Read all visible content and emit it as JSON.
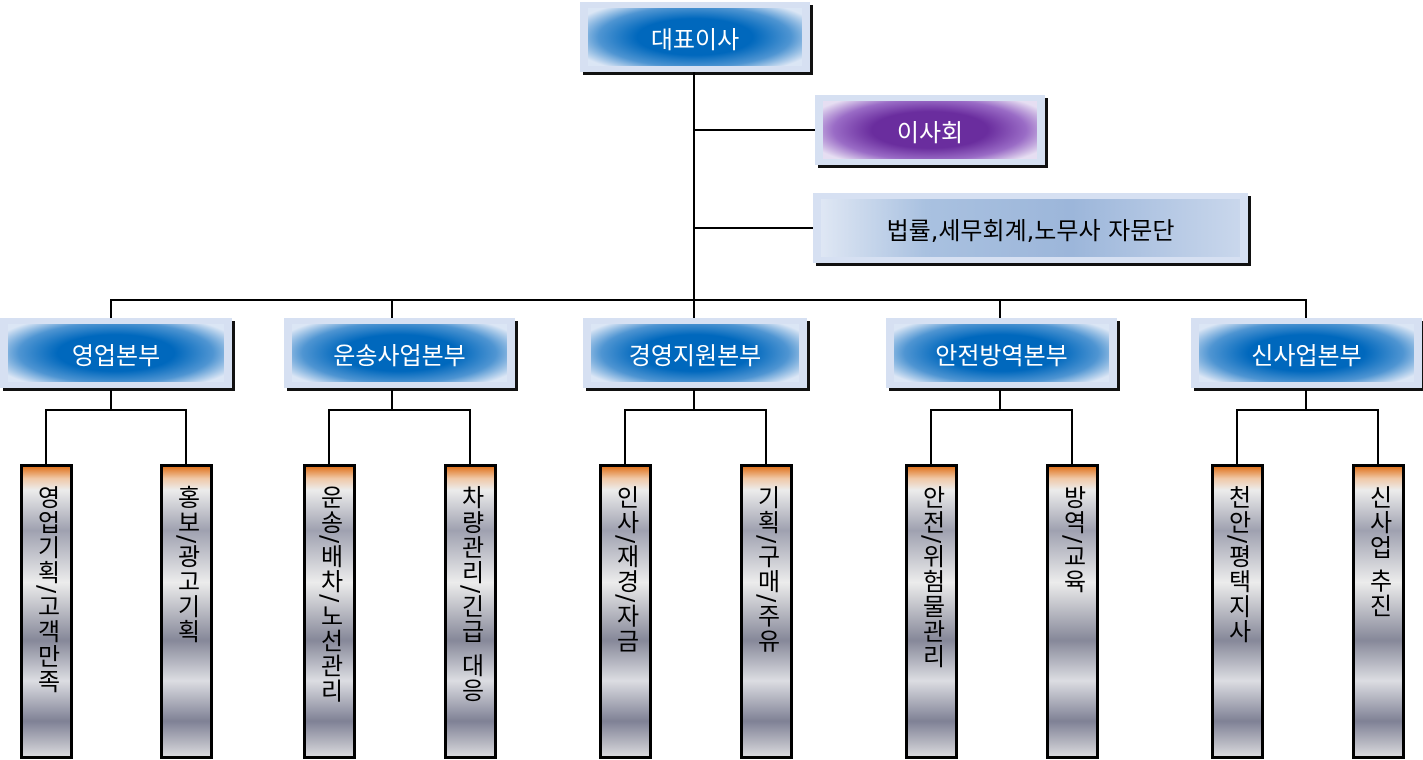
{
  "ceo": {
    "label": "대표이사"
  },
  "board": {
    "label": "이사회"
  },
  "advisory": {
    "label": "법률,세무회계,노무사 자문단"
  },
  "divisions": [
    {
      "label": "영업본부",
      "teams": [
        "영업기획/고객만족",
        "홍보/광고기획"
      ]
    },
    {
      "label": "운송사업본부",
      "teams": [
        "운송/배차/노선관리",
        "차량관리/긴급 대응"
      ]
    },
    {
      "label": "경영지원본부",
      "teams": [
        "인사/재경/자금",
        "기획/구매/주유"
      ]
    },
    {
      "label": "안전방역본부",
      "teams": [
        "안전/위험물관리",
        "방역/교육"
      ]
    },
    {
      "label": "신사업본부",
      "teams": [
        "천안/평택지사",
        "신사업 추진"
      ]
    }
  ],
  "colors": {
    "blue": "#0068bd",
    "purple": "#6a2d9e",
    "orange": "#e0741f"
  }
}
